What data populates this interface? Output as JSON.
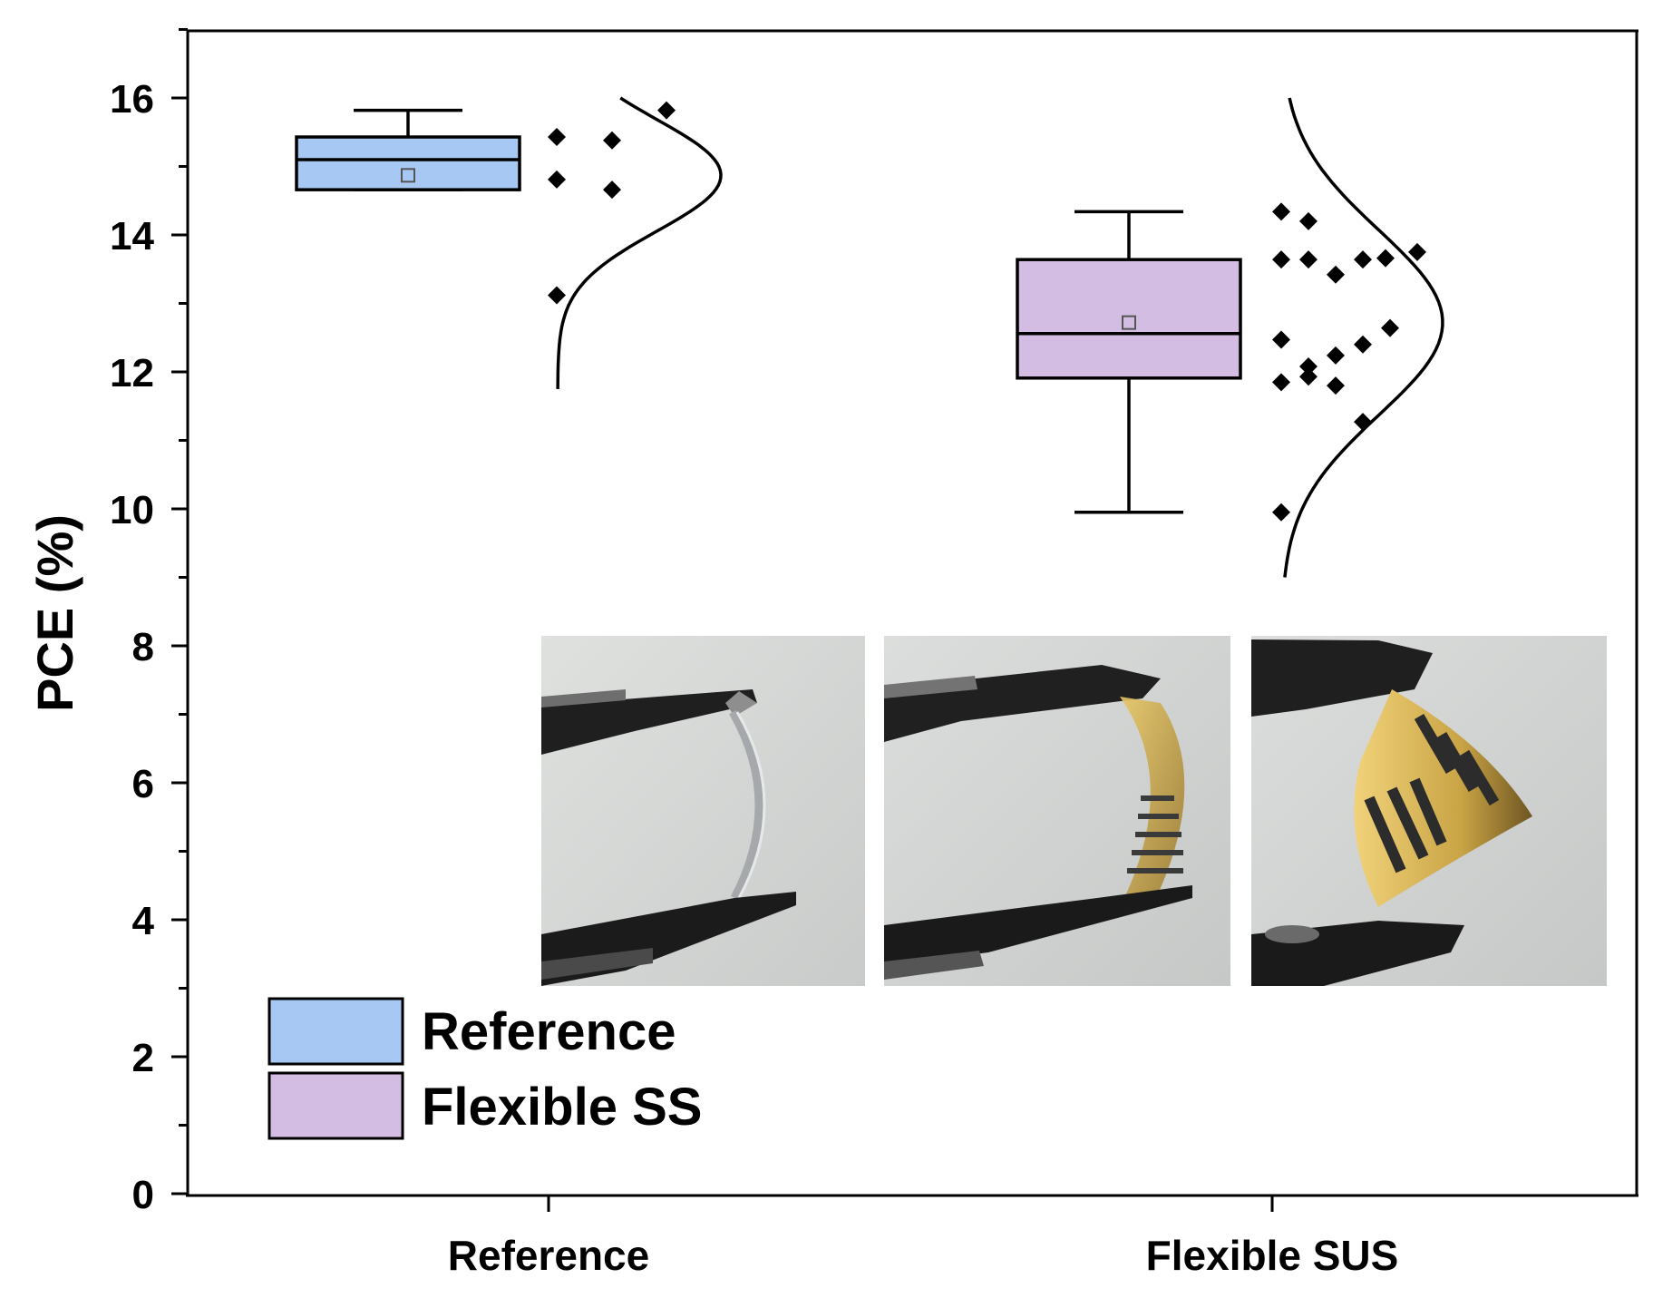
{
  "chart_data": {
    "type": "box",
    "ylabel": "PCE (%)",
    "ylim": [
      0,
      17
    ],
    "yticks": [
      0,
      2,
      4,
      6,
      8,
      10,
      12,
      14,
      16
    ],
    "categories": [
      "Reference",
      "Flexible SUS"
    ],
    "legend": {
      "placement": "bottom-left",
      "entries": [
        {
          "label": "Reference",
          "color": "#a8c8f4"
        },
        {
          "label": "Flexible SS",
          "color": "#d3bde3"
        }
      ]
    },
    "boxes": [
      {
        "category": "Reference",
        "color": "#a8c8f4",
        "whisker_low": 14.66,
        "q1": 14.66,
        "median": 15.1,
        "q3": 15.43,
        "whisker_high": 15.82,
        "mean": 14.87,
        "points": [
          15.82,
          15.43,
          15.38,
          14.81,
          14.66,
          13.12
        ],
        "curve_range": [
          11.75,
          16.0
        ],
        "curve_peak": 14.87
      },
      {
        "category": "Flexible SUS",
        "color": "#d3bde3",
        "whisker_low": 9.95,
        "q1": 11.91,
        "median": 12.56,
        "q3": 13.64,
        "whisker_high": 14.34,
        "mean": 12.72,
        "points": [
          14.34,
          14.2,
          13.64,
          13.64,
          13.42,
          13.64,
          13.66,
          13.75,
          12.64,
          12.47,
          12.4,
          12.24,
          12.08,
          11.93,
          11.85,
          11.8,
          11.27,
          9.95
        ],
        "curve_range": [
          9.0,
          16.0
        ],
        "curve_peak": 12.72
      }
    ]
  },
  "insets": [
    {
      "name": "inset-photo-reference",
      "desc": "bent transparent substrate held in clamp"
    },
    {
      "name": "inset-photo-flexible-1",
      "desc": "bent flexible device held in clamp"
    },
    {
      "name": "inset-photo-flexible-2",
      "desc": "strongly bent flexible device held in clamp"
    }
  ],
  "colors": {
    "reference_box": "#a8c8f4",
    "flexible_box": "#d3bde3",
    "axis": "#000000"
  }
}
